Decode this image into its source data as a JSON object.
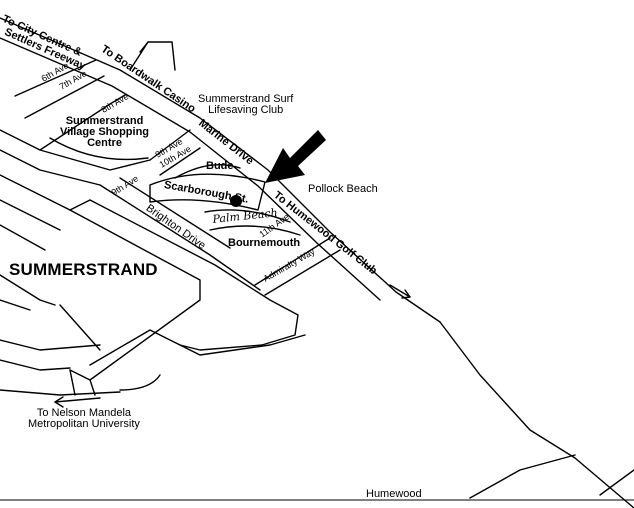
{
  "map": {
    "area_label": "SUMMERSTRAND",
    "roads": {
      "city_centre": "To City Centre &",
      "settlers_freeway": "Settlers Freeway",
      "boardwalk": "To Boardwalk Casino",
      "marine_drive": "Marine Drive",
      "humewood_golf": "To Humewood Golf Club",
      "brighton_drive": "Brighton Drive",
      "admiralty_way": "Admiralty Way",
      "scarborough": "Scarborough St.",
      "bude": "Bude",
      "bournemouth": "Bournemouth",
      "ave_6": "6th Ave",
      "ave_7": "7th Ave",
      "ave_8": "8th Ave",
      "ave_9": "9th Ave",
      "ave_10": "10th Ave",
      "ave_11": "11th Ave",
      "ave_9b": "9th Ave"
    },
    "places": {
      "surf_club_line1": "Summerstrand Surf",
      "surf_club_line2": "Lifesaving Club",
      "shopping_line1": "Summerstrand",
      "shopping_line2": "Village Shopping",
      "shopping_line3": "Centre",
      "pollock_beach": "Pollock Beach",
      "nmmu_line1": "To Nelson Mandela",
      "nmmu_line2": "Metropolitan University",
      "humewood": "Humewood",
      "hotel_logo": "Palm Beach"
    },
    "marker": {
      "type": "location-dot",
      "pointer": "arrow-icon"
    }
  }
}
